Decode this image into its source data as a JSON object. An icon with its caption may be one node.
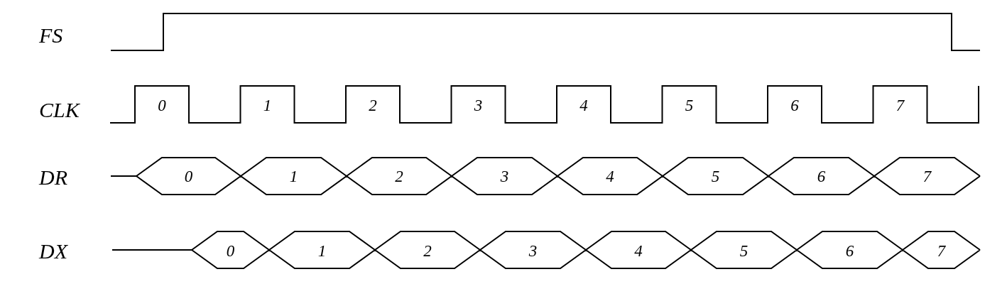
{
  "diagram": {
    "labels": [
      "FS",
      "CLK",
      "0",
      "1",
      "2",
      "3",
      "4",
      "5",
      "6",
      "7",
      "DR",
      "0",
      "1",
      "2",
      "3",
      "4",
      "5",
      "6",
      "7",
      "DX",
      "0",
      "1",
      "2",
      "3",
      "4",
      "5",
      "6",
      "7"
    ]
  }
}
